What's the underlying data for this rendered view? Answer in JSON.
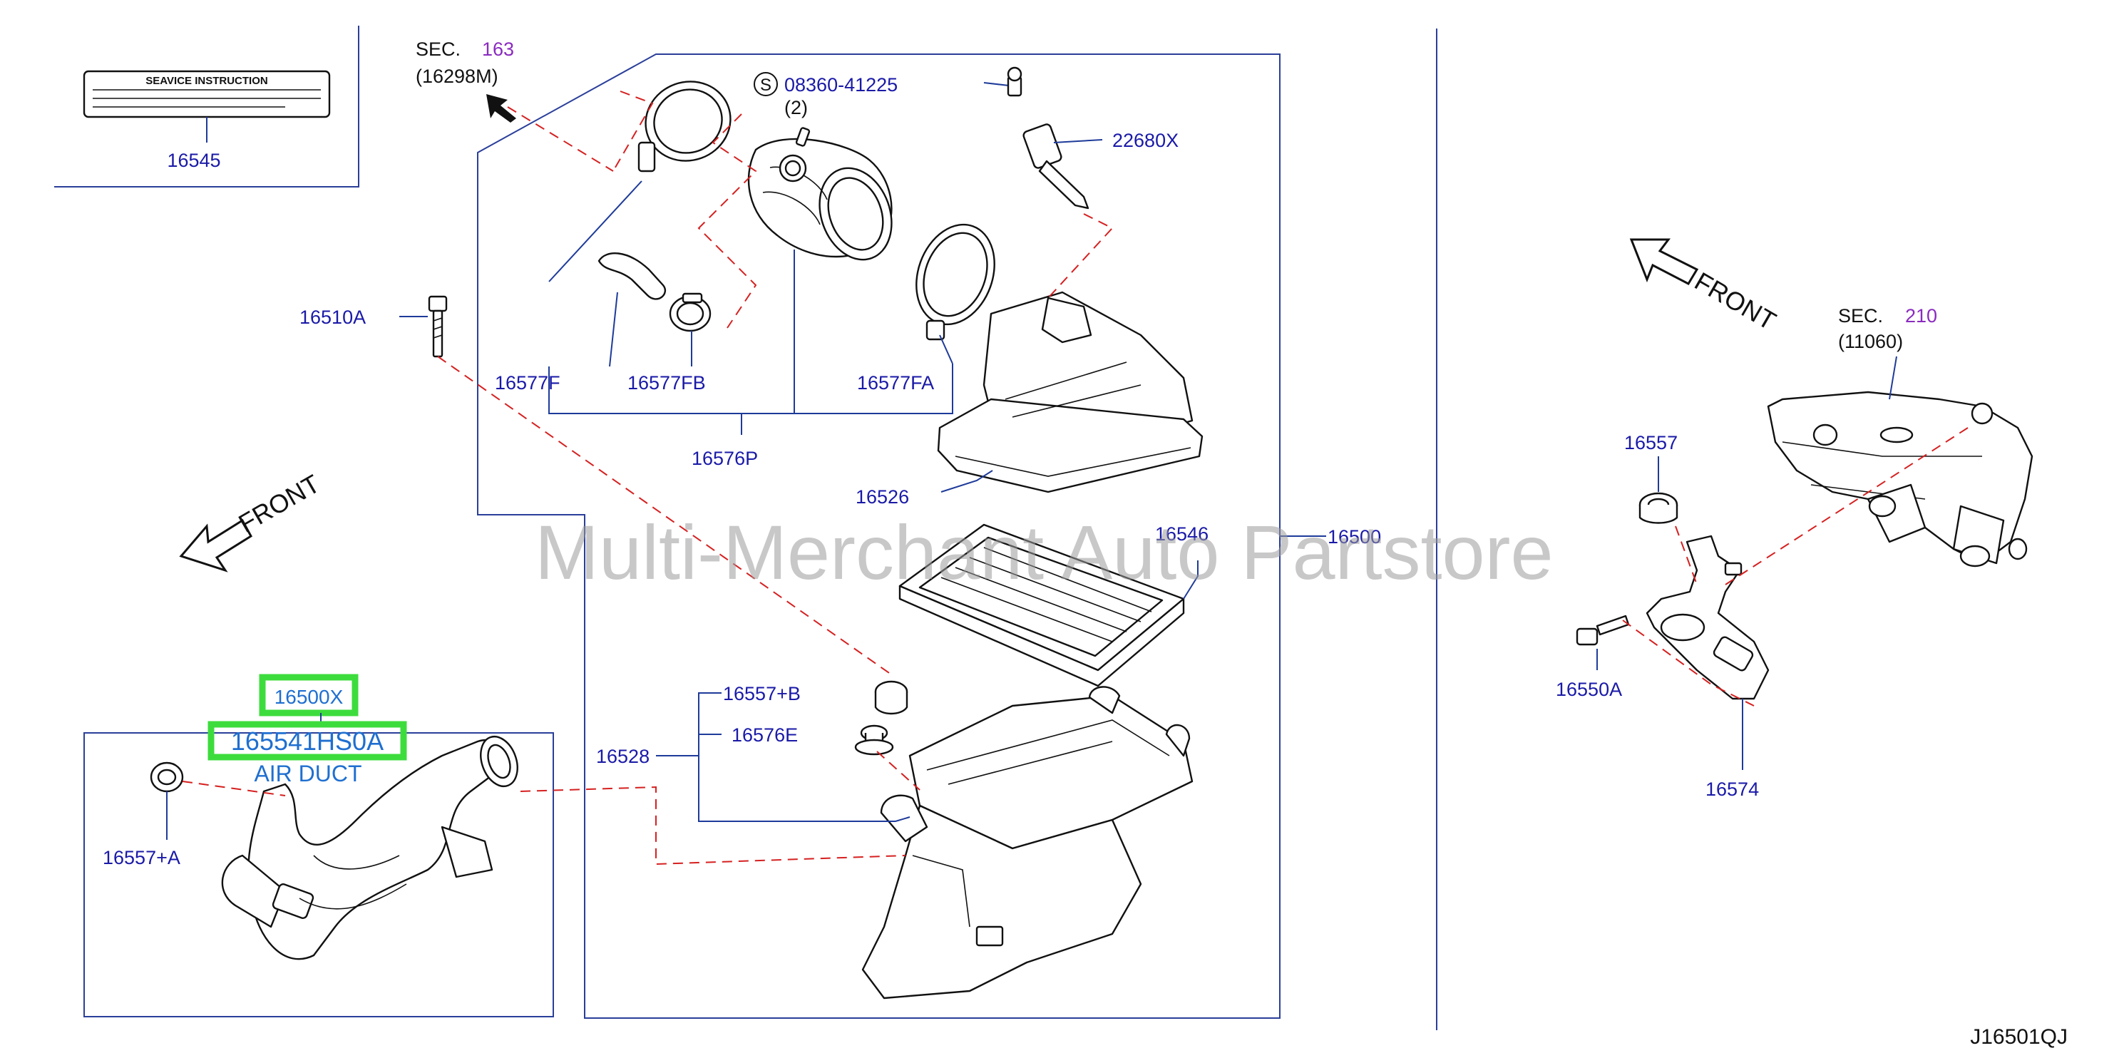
{
  "diagram_id": "J16501QJ",
  "watermark": "Multi-Merchant Auto Partstore",
  "front_label": "FRONT",
  "service_instruction_label": "SEAVICE   INSTRUCTION",
  "sections": {
    "sec163": {
      "prefix": "SEC.",
      "number": "163",
      "ref": "(16298M)"
    },
    "sec210": {
      "prefix": "SEC.",
      "number": "210",
      "ref": "(11060)"
    }
  },
  "bolt_callout": {
    "symbol": "S",
    "part": "08360-41225",
    "qty": "(2)"
  },
  "part_labels": {
    "p16545": "16545",
    "p22680X": "22680X",
    "p16510A": "16510A",
    "p16577F": "16577F",
    "p16577FB": "16577FB",
    "p16577FA": "16577FA",
    "p16576P": "16576P",
    "p16526": "16526",
    "p16546": "16546",
    "p16500": "16500",
    "p16557B": "16557+B",
    "p16576E": "16576E",
    "p16528": "16528",
    "p16557A": "16557+A",
    "p16557": "16557",
    "p16550A": "16550A",
    "p16574": "16574"
  },
  "highlights": {
    "box1": "16500X",
    "box2": "165541HS0A",
    "caption": "AIR DUCT"
  },
  "colors": {
    "part_number": "#1a1aa8",
    "section_number": "#8a2bbf",
    "dashed_leader": "#d62020",
    "highlight": "#3ddc3d",
    "callout_text": "#1f6fd0"
  }
}
